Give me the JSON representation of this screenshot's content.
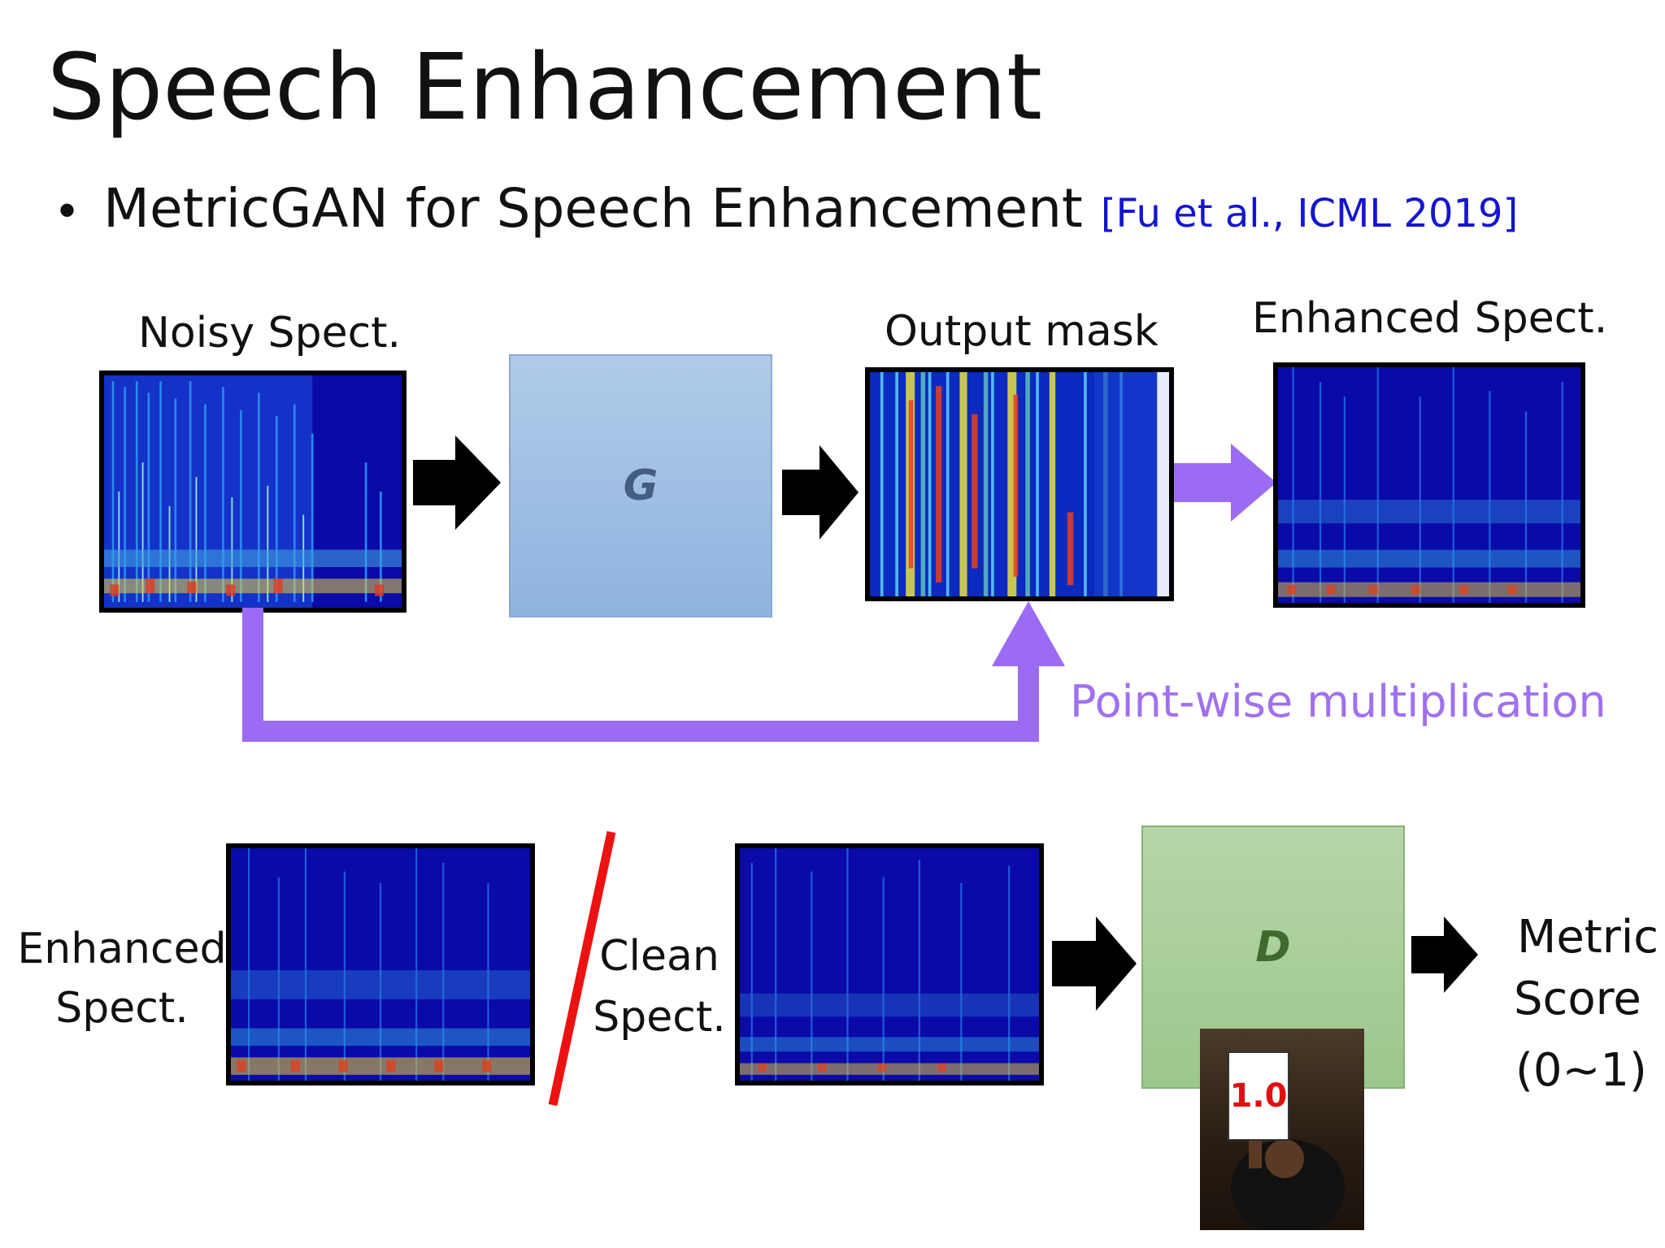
{
  "title": "Speech Enhancement",
  "bullet": {
    "text": "MetricGAN for Speech Enhancement",
    "citation": "[Fu et al., ICML 2019]"
  },
  "generator_path": {
    "noisy_label": "Noisy Spect.",
    "generator_label": "G",
    "mask_label": "Output mask",
    "enhanced_label": "Enhanced Spect.",
    "multiplication_label": "Point-wise multiplication"
  },
  "discriminator_path": {
    "enhanced_label_line1": "Enhanced",
    "enhanced_label_line2": "Spect.",
    "clean_label_line1": "Clean",
    "clean_label_line2": "Spect.",
    "discriminator_label": "D",
    "score_line1": "Metric",
    "score_line2": "Score",
    "score_range": "(0~1)",
    "card_value": "1.0"
  },
  "colors": {
    "purple_arrow": "#9b6cf3",
    "purple_text": "#a070f0",
    "citation_blue": "#1515d0",
    "divider_red": "#ee1111",
    "spectrogram_bg": "#0a0aa8"
  },
  "icons": {
    "block_arrow": "right-arrow-icon",
    "card_person": "person-holding-score-card-icon"
  }
}
